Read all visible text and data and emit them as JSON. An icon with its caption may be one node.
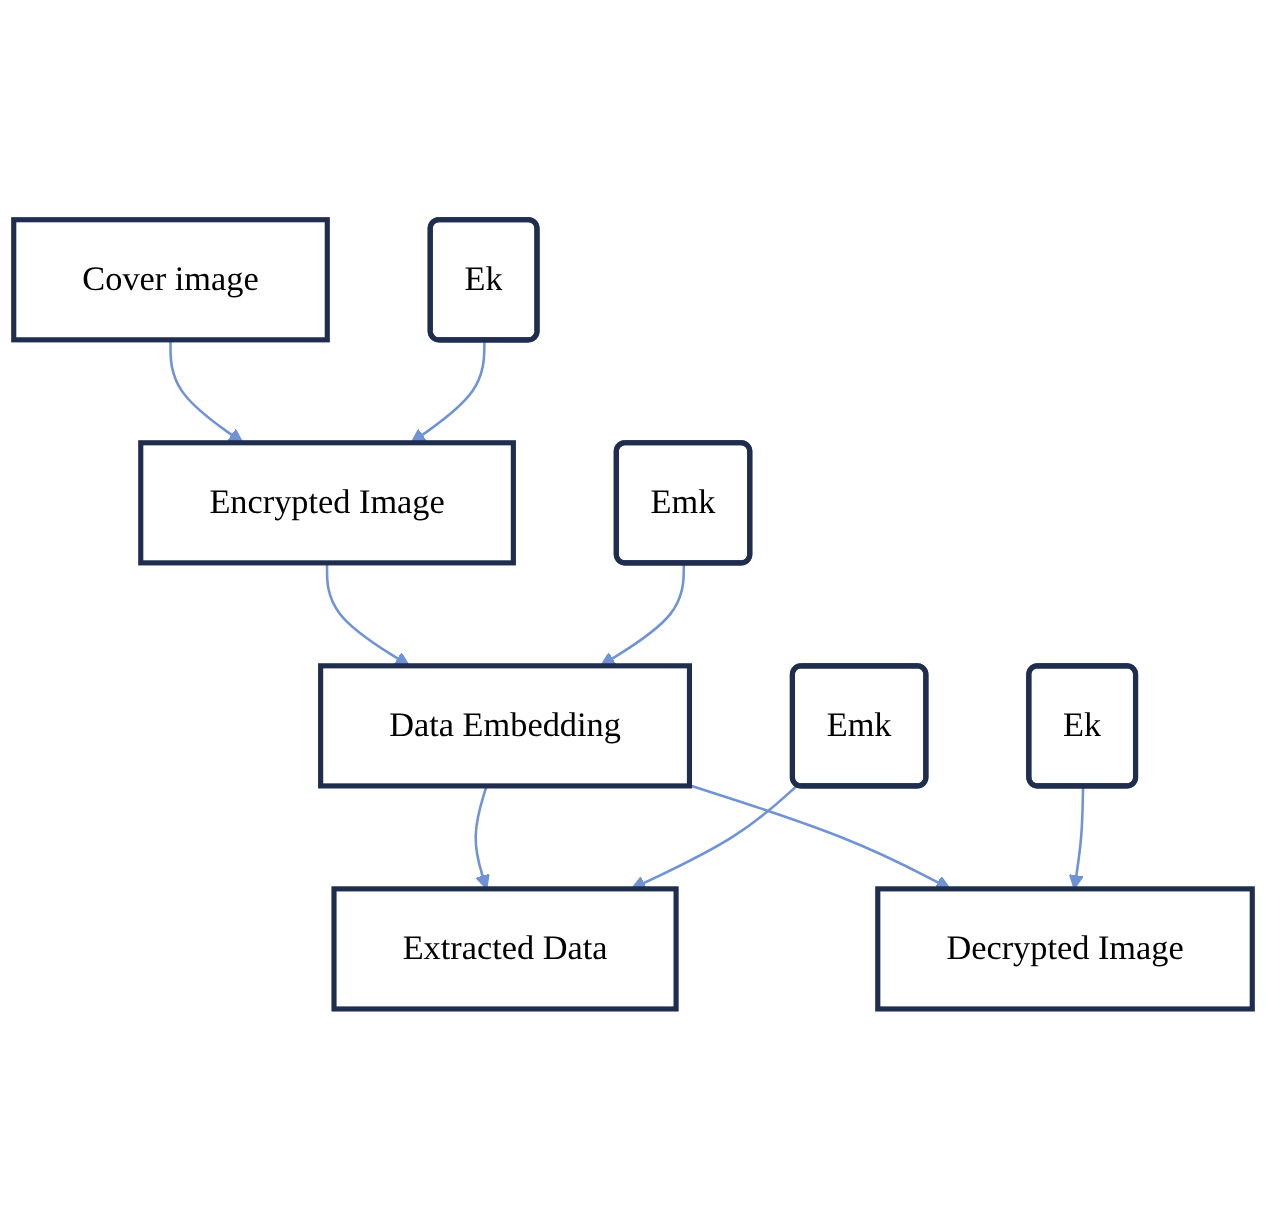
{
  "diagram": {
    "nodes": [
      {
        "text": [
          "Cover image"
        ]
      },
      {
        "text": [
          "Encrypted Image"
        ]
      },
      {
        "text": [
          "Ek"
        ]
      },
      {
        "text": [
          "Data Embedding"
        ]
      },
      {
        "text": [
          "Emk"
        ]
      },
      {
        "text": [
          "Extracted Data"
        ]
      },
      {
        "text": [
          "Decrypted Image"
        ]
      },
      {
        "text": [
          "Emk"
        ]
      },
      {
        "text": [
          "Ek"
        ]
      }
    ],
    "edges": [
      {
        "from": 0,
        "to": 1,
        "arrow": "to"
      },
      {
        "from": 2,
        "to": 1,
        "arrow": "to"
      },
      {
        "from": 1,
        "to": 3,
        "arrow": "to"
      },
      {
        "from": 4,
        "to": 3,
        "arrow": "to"
      },
      {
        "from": 3,
        "to": 5,
        "arrow": "to"
      },
      {
        "from": 3,
        "to": 6,
        "arrow": "to"
      },
      {
        "from": 7,
        "to": 5,
        "arrow": "to"
      },
      {
        "from": 8,
        "to": 6,
        "arrow": "to"
      }
    ]
  }
}
